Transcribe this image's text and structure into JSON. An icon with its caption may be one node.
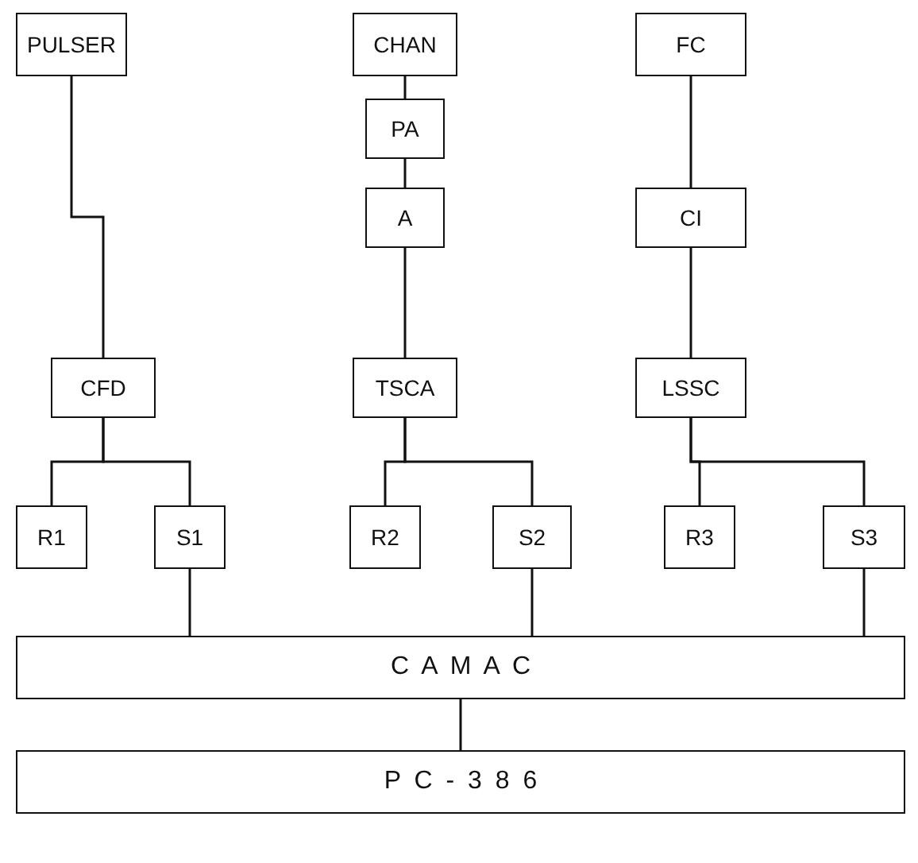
{
  "diagram": {
    "nodes": [
      {
        "text": [
          "PULSER"
        ]
      },
      {
        "text": [
          "CHAN"
        ]
      },
      {
        "text": [
          "FC"
        ]
      },
      {
        "text": [
          "PA"
        ]
      },
      {
        "text": [
          "A"
        ]
      },
      {
        "text": [
          "CI"
        ]
      },
      {
        "text": [
          "CFD"
        ]
      },
      {
        "text": [
          "TSCA"
        ]
      },
      {
        "text": [
          "LSSC"
        ]
      },
      {
        "text": [
          "R1"
        ]
      },
      {
        "text": [
          "S1"
        ]
      },
      {
        "text": [
          "R2"
        ]
      },
      {
        "text": [
          "S2"
        ]
      },
      {
        "text": [
          "R3"
        ]
      },
      {
        "text": [
          "S3"
        ]
      },
      {
        "text": [
          "C A M A C"
        ]
      },
      {
        "text": [
          "P C - 3 8 6"
        ]
      }
    ],
    "edges": [
      {
        "from": 0,
        "to": 6,
        "arrow": "none"
      },
      {
        "from": 1,
        "to": 3,
        "arrow": "none"
      },
      {
        "from": 3,
        "to": 4,
        "arrow": "none"
      },
      {
        "from": 4,
        "to": 7,
        "arrow": "none"
      },
      {
        "from": 2,
        "to": 5,
        "arrow": "none"
      },
      {
        "from": 5,
        "to": 8,
        "arrow": "none"
      },
      {
        "from": 6,
        "to": 9,
        "arrow": "none"
      },
      {
        "from": 6,
        "to": 10,
        "arrow": "none"
      },
      {
        "from": 7,
        "to": 11,
        "arrow": "none"
      },
      {
        "from": 7,
        "to": 12,
        "arrow": "none"
      },
      {
        "from": 8,
        "to": 13,
        "arrow": "none"
      },
      {
        "from": 8,
        "to": 14,
        "arrow": "none"
      },
      {
        "from": 10,
        "to": 15,
        "arrow": "none"
      },
      {
        "from": 12,
        "to": 15,
        "arrow": "none"
      },
      {
        "from": 14,
        "to": 15,
        "arrow": "none"
      },
      {
        "from": 15,
        "to": 16,
        "arrow": "none"
      }
    ]
  }
}
